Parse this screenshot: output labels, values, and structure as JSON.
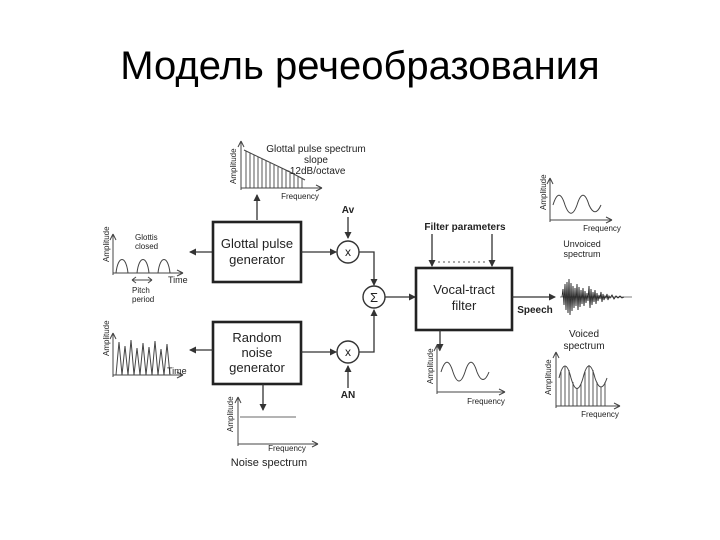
{
  "title": "Модель речеобразования",
  "diagram": {
    "glottal_block": {
      "line1": "Glottal pulse",
      "line2": "generator"
    },
    "noise_block": {
      "line1": "Random",
      "line2": "noise",
      "line3": "generator"
    },
    "vocal_block": {
      "line1": "Vocal-tract",
      "line2": "filter"
    },
    "multiplier_symbol": "x",
    "sum_symbol": "Σ",
    "gain_voiced": "Av",
    "gain_noise": "AN",
    "filter_params": "Filter parameters",
    "speech": "Speech",
    "glottal_spectrum": {
      "line1": "Glottal pulse spectrum",
      "line2": "slope",
      "line3": "-12dB/octave",
      "xlabel": "Frequency",
      "ylabel": "Amplitude"
    },
    "glottal_time": {
      "line1": "Glottis",
      "line2": "closed",
      "pitch1": "Pitch",
      "pitch2": "period",
      "xlabel": "Time",
      "ylabel": "Amplitude"
    },
    "noise_time": {
      "xlabel": "Time",
      "ylabel": "Amplitude"
    },
    "noise_spectrum": {
      "caption": "Noise spectrum",
      "xlabel": "Frequency",
      "ylabel": "Amplitude"
    },
    "unvoiced_spectrum": {
      "line1": "Unvoiced",
      "line2": "spectrum",
      "xlabel": "Frequency",
      "ylabel": "Amplitude"
    },
    "vocal_response": {
      "xlabel": "Frequency",
      "ylabel": "Amplitude"
    },
    "voiced_spectrum": {
      "line1": "Voiced",
      "line2": "spectrum",
      "xlabel": "Frequency",
      "ylabel": "Amplitude"
    }
  }
}
